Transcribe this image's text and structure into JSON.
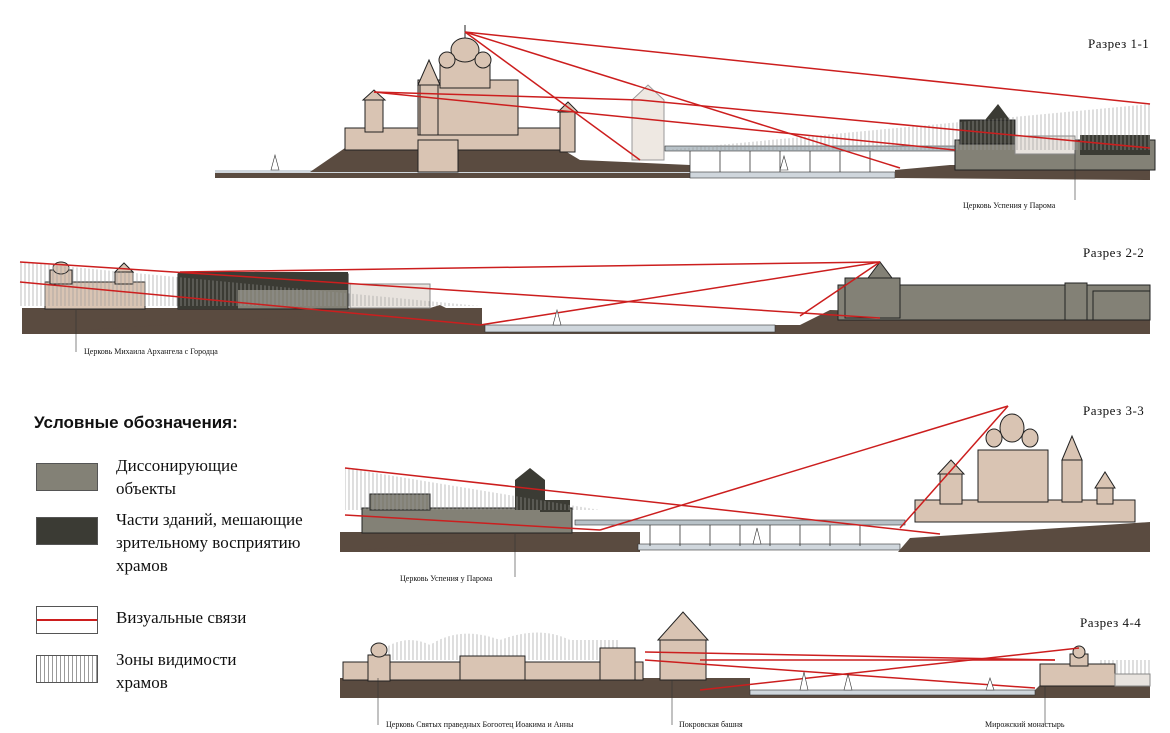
{
  "sections": [
    {
      "title": "Разрез  1-1",
      "callouts": [
        "Церковь Успения у Парома"
      ]
    },
    {
      "title": "Разрез  2-2",
      "callouts": [
        "Церковь Михаила Архангела с Городца"
      ]
    },
    {
      "title": "Разрез  3-3",
      "callouts": [
        "Церковь Успения у Парома"
      ]
    },
    {
      "title": "Разрез  4-4",
      "callouts": [
        "Церковь Святых праведных Богоотец Иоакима и Анны",
        "Покровская башня",
        "Мирожский монастырь"
      ]
    }
  ],
  "legend": {
    "title": "Условные обозначения:",
    "items": [
      {
        "label": "Диссонирующие объекты",
        "swatch": "dissonant"
      },
      {
        "label": "Части зданий, мешающие зрительному восприятию храмов",
        "swatch": "obstructing"
      },
      {
        "label": "Визуальные связи",
        "swatch": "visual-link"
      },
      {
        "label": "Зоны видимости храмов",
        "swatch": "visibility-zone"
      }
    ]
  },
  "colors": {
    "ground": "#5a4b40",
    "dissonant": "#838176",
    "obstructing": "#3b3b34",
    "visual_link": "#cc1e1e",
    "church": "#d9c4b3",
    "water": "#cfd6dc"
  }
}
